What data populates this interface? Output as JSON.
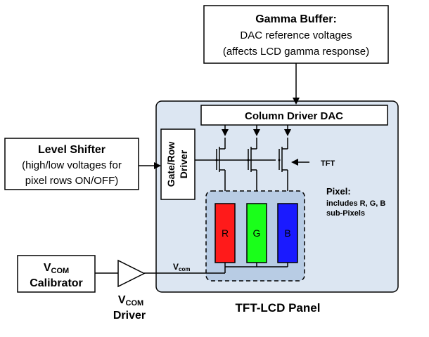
{
  "gamma_buffer": {
    "title": "Gamma Buffer:",
    "line1": "DAC reference voltages",
    "line2": "(affects LCD gamma response)"
  },
  "column_driver": {
    "label": "Column Driver DAC"
  },
  "gate_driver": {
    "line1": "Gate/Row",
    "line2": "Driver"
  },
  "level_shifter": {
    "title": "Level Shifter",
    "line1": "(high/low voltages for",
    "line2": "pixel rows ON/OFF)"
  },
  "tft_label": "TFT",
  "pixel_label": {
    "title": "Pixel:",
    "line1": "includes R, G, B",
    "line2": "sub-Pixels"
  },
  "subpixels": [
    {
      "label": "R",
      "color": "#ff1a1a"
    },
    {
      "label": "G",
      "color": "#1aff1a"
    },
    {
      "label": "B",
      "color": "#1a1aff"
    }
  ],
  "vcom_calibrator": {
    "main": "V",
    "sub": "COM",
    "line2": "Calibrator"
  },
  "vcom_driver": {
    "main": "V",
    "sub": "COM",
    "line2": "Driver"
  },
  "vcom_line": {
    "main": "V",
    "sub": "com"
  },
  "panel": {
    "label": "TFT-LCD Panel"
  },
  "colors": {
    "panel_fill": "#dce6f2",
    "pixel_fill": "#b8cce4",
    "panel_stroke": "#000000"
  }
}
